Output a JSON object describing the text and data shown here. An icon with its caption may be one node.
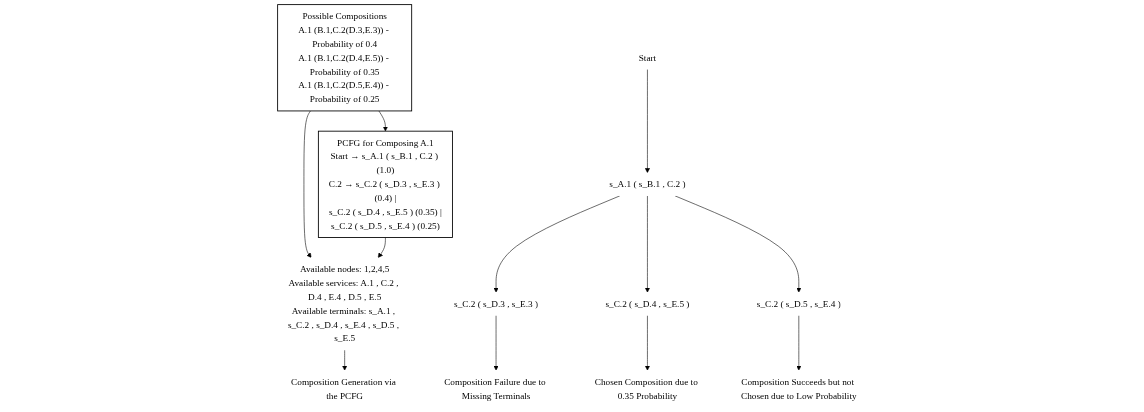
{
  "diagram": {
    "nodes": [
      {
        "text": [
          "Possible Compositions",
          "A.1 (B.1,C.2(D.3,E.3)) - Probability of 0.4",
          "A.1 (B.1,C.2(D.4,E.5)) - Probability of 0.35",
          "A.1 (B.1,C.2(D.5,E.4)) - Probability of 0.25"
        ]
      },
      {
        "text": [
          "PCFG for Composing A.1",
          "Start → s_A.1 ( s_B.1 , C.2 ) (1.0)",
          "C.2 → s_C.2 ( s_D.3 , s_E.3 ) (0.4) |",
          "s_C.2 ( s_D.4 , s_E.5 ) (0.35) |",
          "s_C.2 ( s_D.5 , s_E.4 ) (0.25)"
        ]
      },
      {
        "text": [
          "Available nodes: 1,2,4,5",
          "Available services: A.1 , C.2 , D.4 , E.4 , D.5 , E.5",
          "Available terminals: s_A.1 , s_C.2 , s_D.4 , s_E.4 , s_D.5 , s_E.5"
        ]
      },
      {
        "text": [
          "Composition Generation via the PCFG"
        ]
      },
      {
        "text": [
          "Start"
        ]
      },
      {
        "text": [
          "s_A.1 ( s_B.1 , C.2 )"
        ]
      },
      {
        "text": [
          "s_C.2 ( s_D.3 , s_E.3 )"
        ]
      },
      {
        "text": [
          "s_C.2 ( s_D.4 , s_E.5 )"
        ]
      },
      {
        "text": [
          "s_C.2 ( s_D.5 , s_E.4 )"
        ]
      },
      {
        "text": [
          "Composition Failure due to Missing Terminals"
        ]
      },
      {
        "text": [
          "Chosen Composition due to 0.35 Probability"
        ]
      },
      {
        "text": [
          "Composition Succeeds but not Chosen due to Low Probability"
        ]
      }
    ],
    "edges": [
      {
        "from": 0,
        "to": 1,
        "arrow": "to"
      },
      {
        "from": 0,
        "to": 2,
        "arrow": "to"
      },
      {
        "from": 1,
        "to": 2,
        "arrow": "to"
      },
      {
        "from": 2,
        "to": 3,
        "arrow": "to"
      },
      {
        "from": 4,
        "to": 5,
        "arrow": "to"
      },
      {
        "from": 5,
        "to": 6,
        "arrow": "to"
      },
      {
        "from": 5,
        "to": 7,
        "arrow": "to"
      },
      {
        "from": 5,
        "to": 8,
        "arrow": "to"
      },
      {
        "from": 6,
        "to": 9,
        "arrow": "to"
      },
      {
        "from": 7,
        "to": 10,
        "arrow": "to"
      },
      {
        "from": 8,
        "to": 11,
        "arrow": "to"
      }
    ]
  }
}
